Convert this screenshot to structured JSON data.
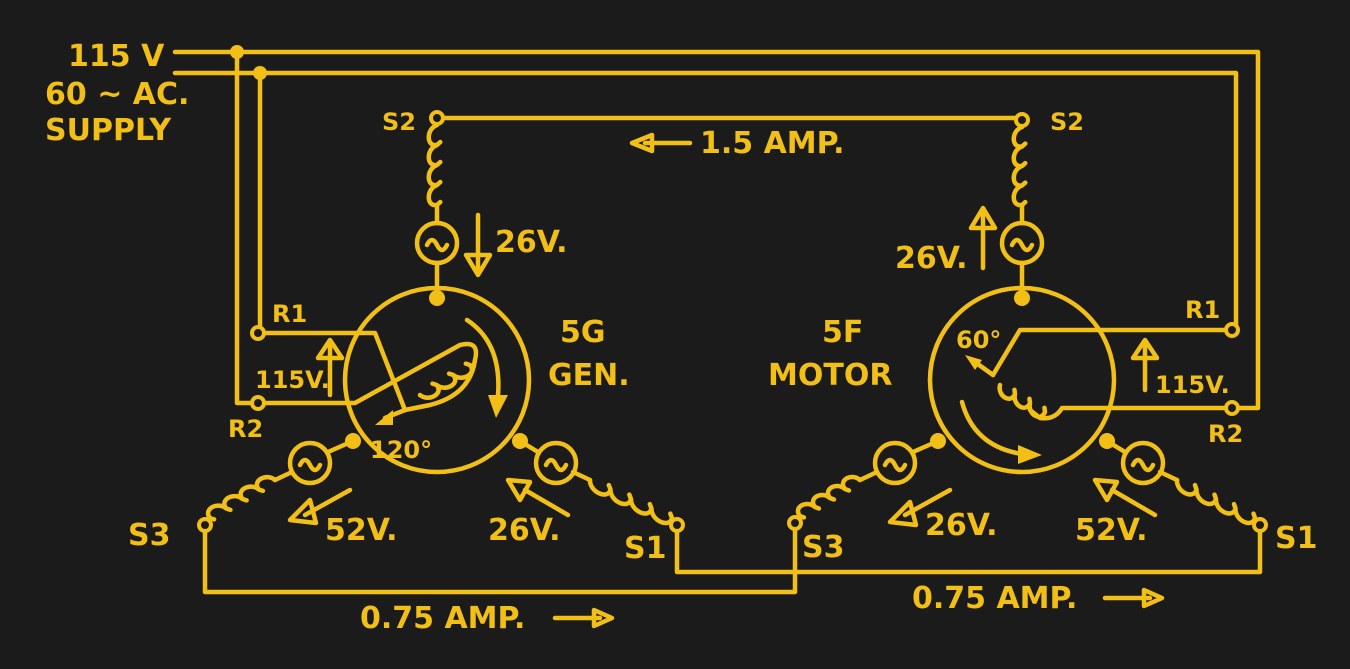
{
  "supply": {
    "line1": "115 V",
    "line2": "60 ~ AC.",
    "line3": "SUPPLY"
  },
  "stator_current": "1.5 AMP.",
  "generator": {
    "name_line1": "5G",
    "name_line2": "GEN.",
    "s1": "S1",
    "s2": "S2",
    "s3": "S3",
    "r1": "R1",
    "r2": "R2",
    "rotor_voltage": "115V.",
    "rotor_angle": "120°",
    "s2_voltage": "26V.",
    "s3_voltage": "52V.",
    "s1_voltage": "26V."
  },
  "motor": {
    "name_line1": "5F",
    "name_line2": "MOTOR",
    "s1": "S1",
    "s2": "S2",
    "s3": "S3",
    "r1": "R1",
    "r2": "R2",
    "rotor_voltage": "115V.",
    "rotor_angle": "60°",
    "s2_voltage": "26V.",
    "s3_voltage": "26V.",
    "s1_voltage": "52V."
  },
  "line_currents": {
    "left": "0.75 AMP.",
    "right": "0.75 AMP."
  },
  "colors": {
    "background": "#1b1b1b",
    "ink": "#f2bf17"
  }
}
